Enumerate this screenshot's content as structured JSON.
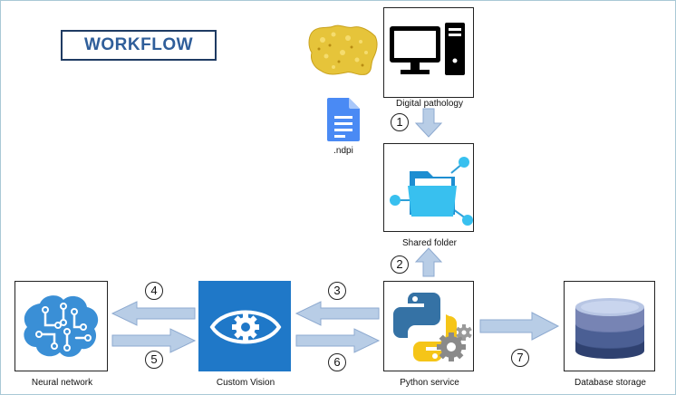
{
  "title": "WORKFLOW",
  "nodes": {
    "digital_pathology": "Digital pathology",
    "shared_folder": "Shared folder",
    "neural_network": "Neural network",
    "custom_vision": "Custom Vision",
    "python_service": "Python service",
    "database_storage": "Database storage",
    "file_ndpi": ".ndpi"
  },
  "steps": [
    "1",
    "2",
    "3",
    "4",
    "5",
    "6",
    "7"
  ],
  "colors": {
    "title_text": "#2f5e9a",
    "title_border": "#1f3b63",
    "arrow_fill": "#b8cde6",
    "arrow_stroke": "#8eaad0",
    "custom_vision_bg": "#1f78c8",
    "tissue": "#e6c43a"
  }
}
